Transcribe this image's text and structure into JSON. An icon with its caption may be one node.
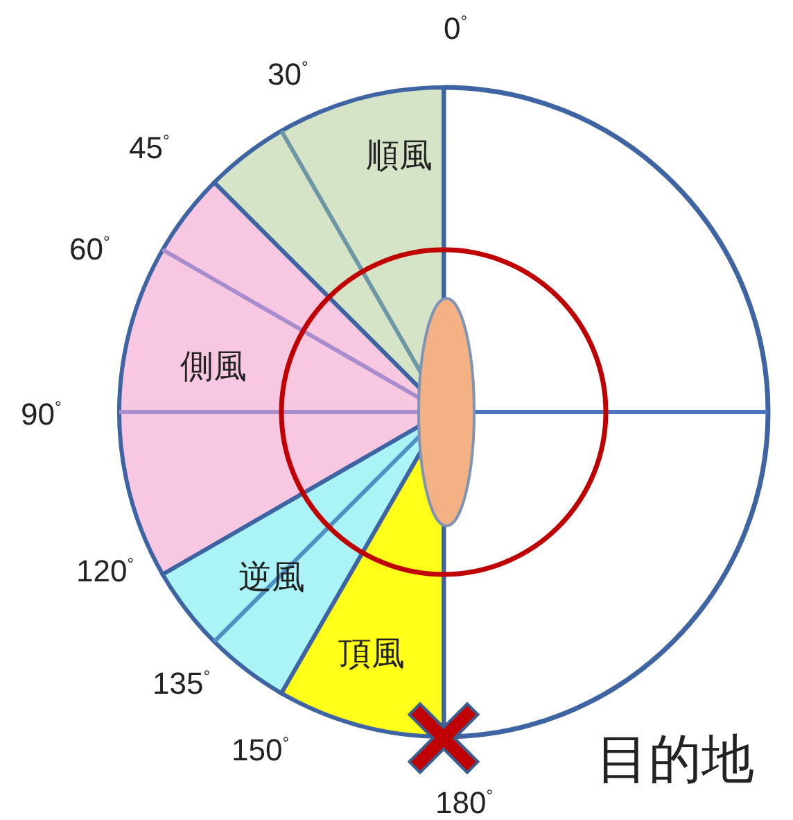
{
  "diagram": {
    "nodes": [
      {
        "text": [
          "順風"
        ]
      },
      {
        "text": [
          "側風"
        ]
      },
      {
        "text": [
          "逆風"
        ]
      },
      {
        "text": [
          "頂風"
        ]
      }
    ],
    "labels": [
      "0$^{°}$",
      "30$^{°}$",
      "45$^{°}$",
      "60$^{°}$",
      "90$^{°}$",
      "120$^{°}$",
      "135$^{°}$",
      "150$^{°}$",
      "180$^{°}$",
      "目的地"
    ]
  }
}
